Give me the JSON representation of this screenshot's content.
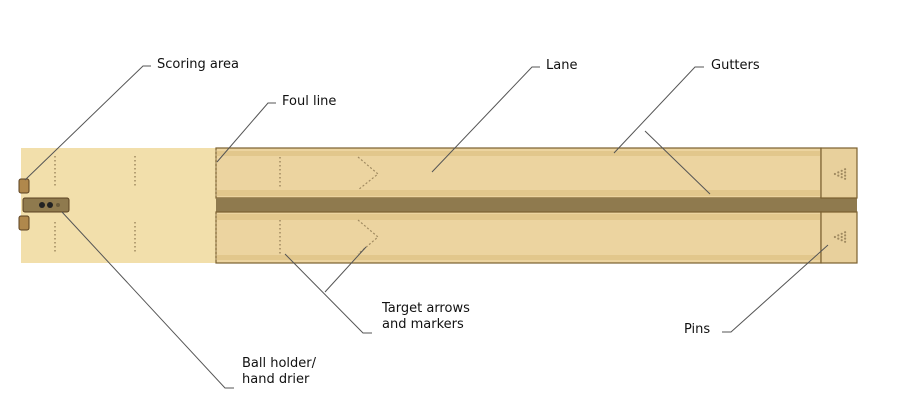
{
  "labels": {
    "scoring_area": "Scoring area",
    "foul_line": "Foul line",
    "lane": "Lane",
    "gutters": "Gutters",
    "target_arrows": [
      "Target arrows",
      "and markers"
    ],
    "ball_holder": [
      "Ball holder/",
      "hand drier"
    ],
    "pins": "Pins"
  },
  "colors": {
    "approach": "#f2dfab",
    "lane_surface": "#ecd4a0",
    "lane_border": "#7a6030",
    "gutter_stripe": "#e2c78c",
    "divider": "#8f7a4e",
    "pin_deck": "#e8d09c",
    "leader_line": "#555555",
    "dots": "#a08a60"
  }
}
